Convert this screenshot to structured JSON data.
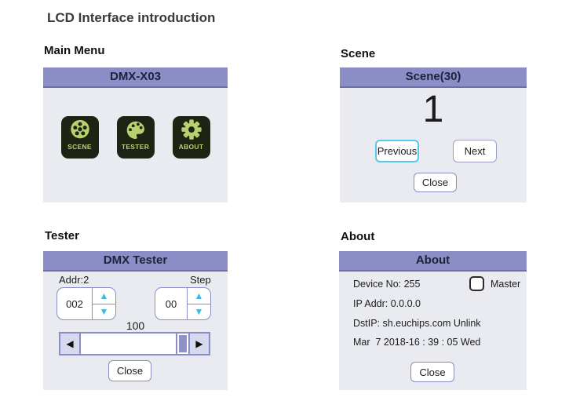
{
  "page": {
    "title": "LCD Interface introduction"
  },
  "colors": {
    "header_purple": "#8b8ec6",
    "header_border": "#6d6fa6",
    "panel_body": "#e9ebf1",
    "tile_bg": "#1d2413",
    "tile_green": "#b9d06f",
    "spinner_arrow_cyan": "#3ab9de",
    "focus_border_cyan": "#58c8ea",
    "button_border_purple": "#8a8cc2",
    "slider_thumb": "#8f92c8"
  },
  "main_menu": {
    "heading": "Main Menu",
    "header": "DMX-X03",
    "tiles": [
      {
        "label": "SCENE",
        "icon": "film-reel-icon"
      },
      {
        "label": "TESTER",
        "icon": "palette-icon"
      },
      {
        "label": "ABOUT",
        "icon": "gear-icon"
      }
    ]
  },
  "scene": {
    "heading": "Scene",
    "header": "Scene(30)",
    "current_scene": "1",
    "previous_label": "Previous",
    "next_label": "Next",
    "close_label": "Close"
  },
  "tester": {
    "heading": "Tester",
    "header": "DMX Tester",
    "addr_label": "Addr:2",
    "addr_value": "002",
    "step_label": "Step",
    "step_value": "00",
    "slider_value": "100",
    "up_glyph": "▲",
    "down_glyph": "▼",
    "left_glyph": "◀",
    "right_glyph": "▶",
    "close_label": "Close"
  },
  "about": {
    "heading": "About",
    "header": "About",
    "device_no": "Device No: 255",
    "master_label": "Master",
    "master_checked": false,
    "ip_addr": "IP Addr: 0.0.0.0",
    "dst_ip": "DstIP: sh.euchips.com Unlink",
    "datetime": "Mar  7 2018-16 : 39 : 05 Wed",
    "close_label": "Close"
  }
}
